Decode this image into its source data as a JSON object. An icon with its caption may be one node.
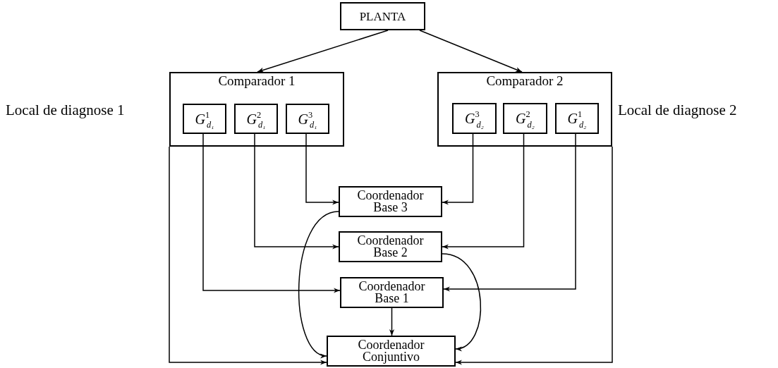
{
  "diagram": {
    "nodes": [
      {
        "text": [
          "PLANTA"
        ]
      },
      {
        "text": [
          "Comparador 1"
        ],
        "beside": [
          "Local de diagnose 1"
        ]
      },
      {
        "text": [
          "G$^{1}$$_{d₁}$"
        ],
        "in": 1
      },
      {
        "text": [
          "G$^{2}$$_{d₁}$"
        ],
        "in": 1
      },
      {
        "text": [
          "G$^{3}$$_{d₁}$"
        ],
        "in": 1
      },
      {
        "text": [
          "Comparador 2"
        ],
        "beside": [
          "Local de diagnose 2"
        ]
      },
      {
        "text": [
          "G$^{3}$$_{d₂}$"
        ],
        "in": 5
      },
      {
        "text": [
          "G$^{2}$$_{d₂}$"
        ],
        "in": 5
      },
      {
        "text": [
          "G$^{1}$$_{d₂}$"
        ],
        "in": 5
      },
      {
        "text": [
          "Coordenador Base 3"
        ]
      },
      {
        "text": [
          "Coordenador Base 2"
        ]
      },
      {
        "text": [
          "Coordenador Base 1"
        ]
      },
      {
        "text": [
          "Coordenador Conjuntivo"
        ]
      }
    ],
    "edges": [
      {
        "from": 0,
        "to": 1,
        "arrow": "to"
      },
      {
        "from": 0,
        "to": 5,
        "arrow": "to"
      },
      {
        "from": 4,
        "to": 9,
        "arrow": "to"
      },
      {
        "from": 6,
        "to": 9,
        "arrow": "to"
      },
      {
        "from": 3,
        "to": 10,
        "arrow": "to"
      },
      {
        "from": 7,
        "to": 10,
        "arrow": "to"
      },
      {
        "from": 2,
        "to": 11,
        "arrow": "to"
      },
      {
        "from": 8,
        "to": 11,
        "arrow": "to"
      },
      {
        "from": 9,
        "to": 12,
        "arrow": "to"
      },
      {
        "from": 10,
        "to": 12,
        "arrow": "to"
      },
      {
        "from": 11,
        "to": 12,
        "arrow": "to"
      },
      {
        "from": 1,
        "to": 12,
        "arrow": "to"
      },
      {
        "from": 5,
        "to": 12,
        "arrow": "to"
      }
    ]
  }
}
